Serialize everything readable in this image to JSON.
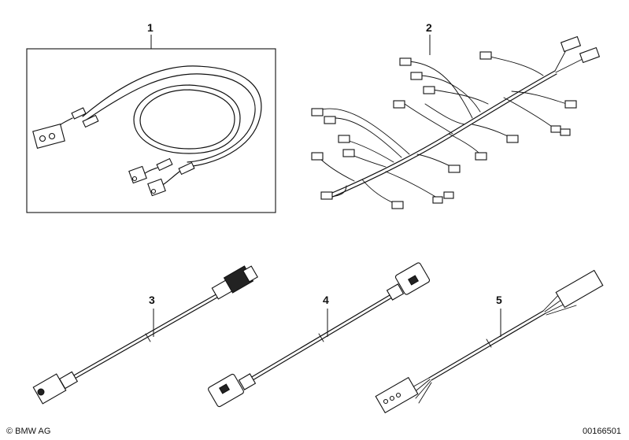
{
  "callouts": [
    "1",
    "2",
    "3",
    "4",
    "5"
  ],
  "footer": {
    "copyright": "© BMW AG",
    "document_number": "00166501"
  }
}
